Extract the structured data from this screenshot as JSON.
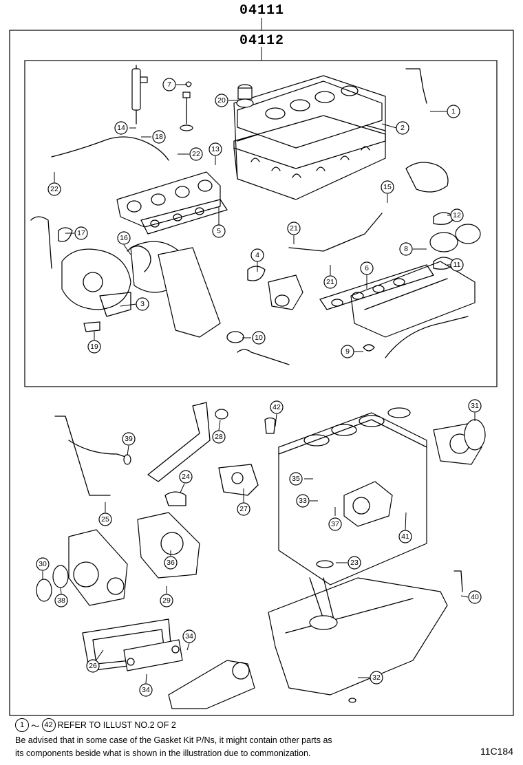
{
  "header": {
    "kit_code": "04111",
    "subkit_code": "04112"
  },
  "refer": {
    "from": "1",
    "tilde": "～",
    "to": "42",
    "text": "REFER TO ILLUST NO.2 OF 2"
  },
  "notes": [
    "Be advised that in some case of the Gasket Kit P/Ns,  it might contain other parts as",
    "its components beside what is shown in the illustration due to commonization."
  ],
  "figure_code": "11C184",
  "callouts": [
    "1",
    "2",
    "3",
    "4",
    "5",
    "6",
    "7",
    "8",
    "9",
    "10",
    "11",
    "12",
    "13",
    "14",
    "15",
    "16",
    "17",
    "18",
    "19",
    "20",
    "21",
    "21",
    "22",
    "22",
    "23",
    "24",
    "25",
    "26",
    "27",
    "28",
    "29",
    "30",
    "31",
    "32",
    "33",
    "34",
    "34",
    "35",
    "36",
    "37",
    "38",
    "39",
    "40",
    "41",
    "42"
  ]
}
